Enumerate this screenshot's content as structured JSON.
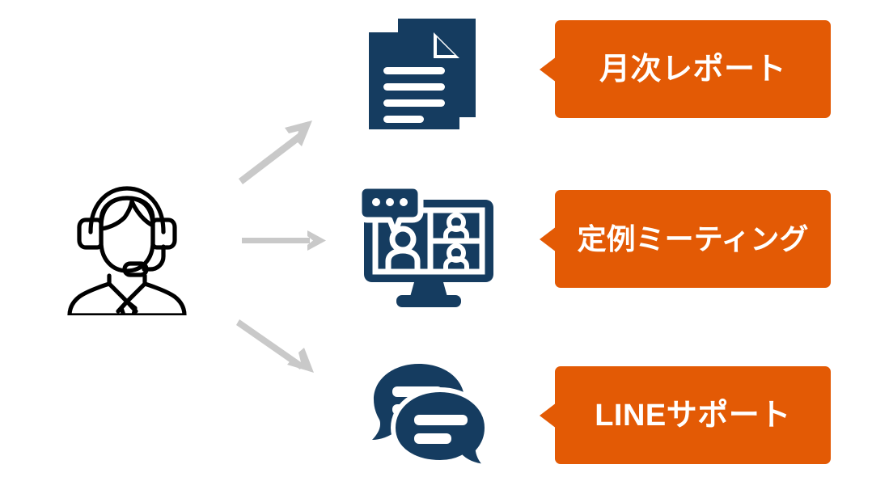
{
  "diagram": {
    "type": "flow",
    "colors": {
      "accent_orange": "#E35A05",
      "icon_navy": "#153C60",
      "arrow_gray": "#C9C9C9",
      "label_text": "#FFFFFF",
      "background": "#FFFFFF"
    },
    "source": {
      "icon": "support-operator-headset-icon",
      "name": "operator"
    },
    "arrows": [
      {
        "name": "arrow-to-report",
        "direction": "up-right"
      },
      {
        "name": "arrow-to-meeting",
        "direction": "right"
      },
      {
        "name": "arrow-to-line",
        "direction": "down-right"
      }
    ],
    "channels": [
      {
        "id": "report",
        "icon": "documents-icon",
        "label": "月次レポート"
      },
      {
        "id": "meeting",
        "icon": "video-conference-monitor-icon",
        "label": "定例ミーティング"
      },
      {
        "id": "line",
        "icon": "chat-bubbles-icon",
        "label": "LINEサポート"
      }
    ]
  }
}
